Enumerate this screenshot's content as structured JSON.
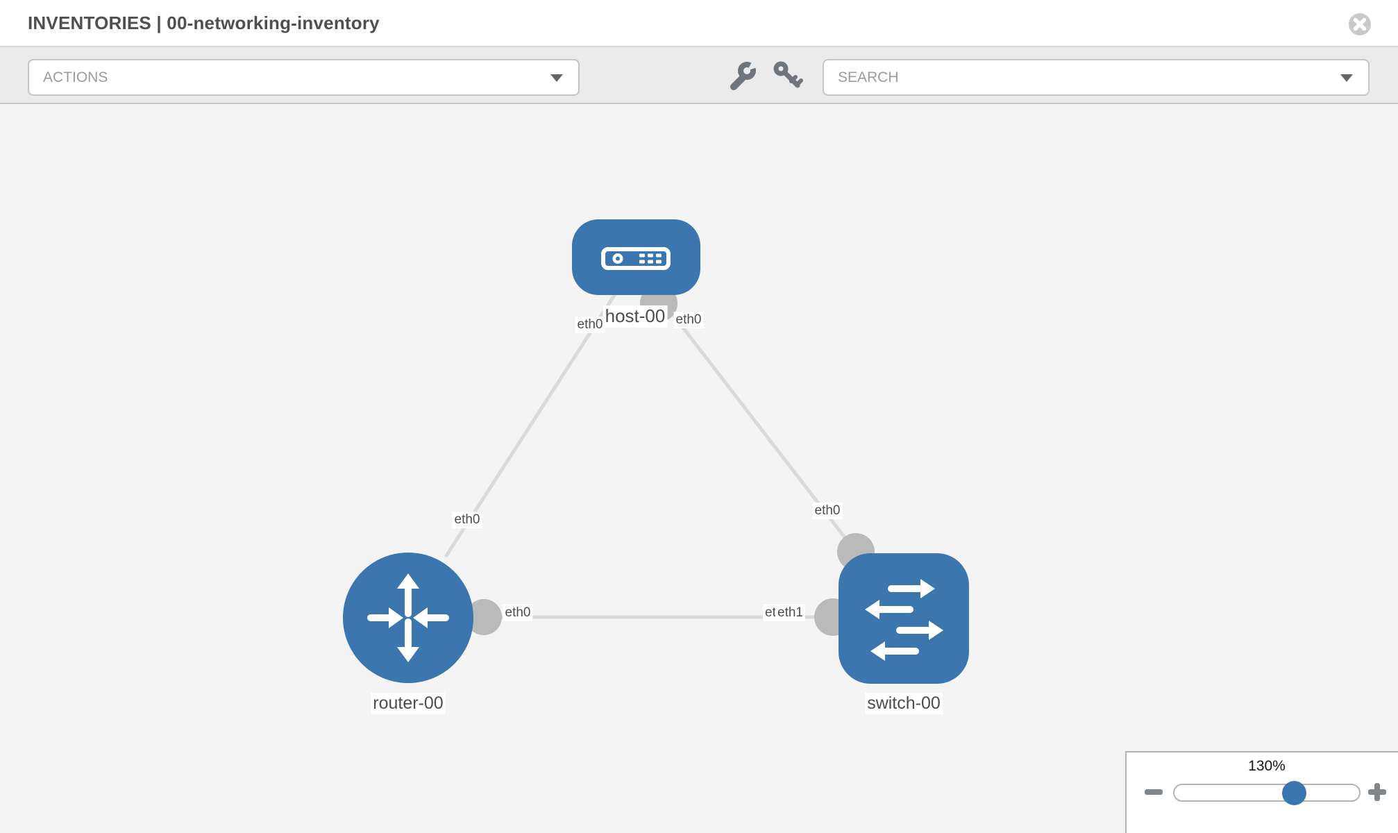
{
  "header": {
    "title": "INVENTORIES | 00-networking-inventory"
  },
  "toolbar": {
    "actions_label": "ACTIONS",
    "search_label": "SEARCH"
  },
  "icons": {
    "close": "circle-x",
    "actions_caret": "chevron-down",
    "search_caret": "chevron-down",
    "wrench": "wrench",
    "key": "key",
    "zoom_out": "minus",
    "zoom_in": "plus"
  },
  "topology": {
    "nodes": [
      {
        "name": "host-00",
        "type": "host",
        "shape": "rounded-rect"
      },
      {
        "name": "router-00",
        "type": "router",
        "shape": "circle"
      },
      {
        "name": "switch-00",
        "type": "switch",
        "shape": "rounded-square"
      }
    ],
    "edges": [
      {
        "from": "host-00",
        "from_interface": "eth0",
        "to": "router-00",
        "to_interface": "eth0"
      },
      {
        "from": "host-00",
        "from_interface": "eth0",
        "to": "switch-00",
        "to_interface": "eth0"
      },
      {
        "from": "router-00",
        "from_interface": "eth0",
        "to": "switch-00",
        "to_interface": "eth1"
      }
    ]
  },
  "zoom_control": {
    "level": "130%"
  },
  "colors": {
    "node_blue": "#3b76af",
    "edge_gray": "#dadada",
    "connector_gray": "#bababa",
    "canvas_bg": "#f4f4f4",
    "toolbar_bg": "#ebebeb",
    "label_text": "#4d4d4d",
    "placeholder_text": "#9b9b9b",
    "icon_gray": "#6e757d"
  }
}
